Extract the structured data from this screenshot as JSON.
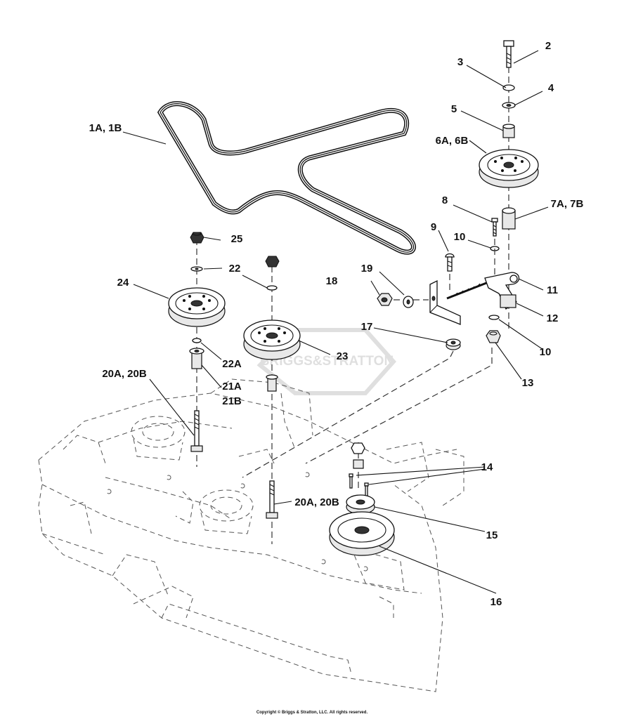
{
  "diagram": {
    "callouts": {
      "c1": "1A, 1B",
      "c2": "2",
      "c3": "3",
      "c4": "4",
      "c5": "5",
      "c6": "6A, 6B",
      "c7": "7A, 7B",
      "c8": "8",
      "c9": "9",
      "c10a": "10",
      "c10b": "10",
      "c11": "11",
      "c12": "12",
      "c13": "13",
      "c14": "14",
      "c15": "15",
      "c16": "16",
      "c17": "17",
      "c18": "18",
      "c19": "19",
      "c20a": "20A, 20B",
      "c20b": "20A, 20B",
      "c21a": "21A",
      "c21b": "21B",
      "c22a": "22",
      "c22b": "22A",
      "c23": "23",
      "c24": "24",
      "c25": "25"
    },
    "watermark": "BRIGGS&STRATTON",
    "copyright": "Copyright © Briggs & Stratton, LLC. All rights reserved."
  }
}
